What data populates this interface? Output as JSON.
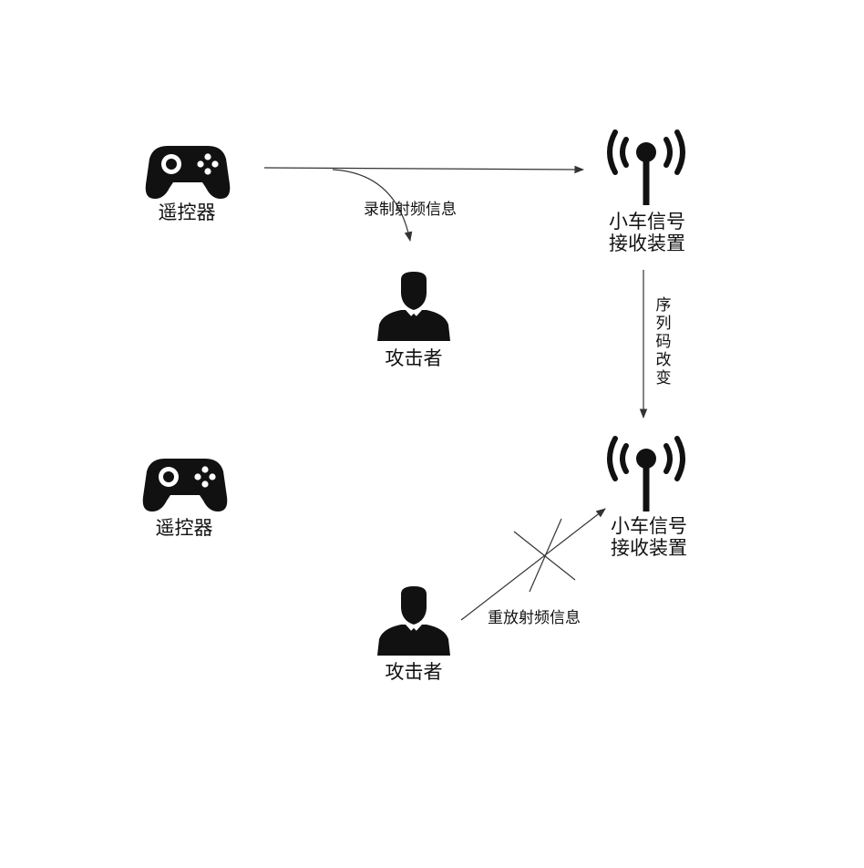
{
  "top_scene": {
    "controller_label": "遥控器",
    "receiver_label_line1": "小车信号",
    "receiver_label_line2": "接收装置",
    "attacker_label": "攻击者",
    "record_label": "录制射频信息",
    "sequence_label": "序列码改变"
  },
  "bottom_scene": {
    "controller_label": "遥控器",
    "receiver_label_line1": "小车信号",
    "receiver_label_line2": "接收装置",
    "attacker_label": "攻击者",
    "replay_label": "重放射频信息"
  },
  "icons": {
    "controller": "gamepad-icon",
    "receiver": "antenna-signal-icon",
    "attacker": "businessman-silhouette-icon",
    "blocked": "cross-mark-icon"
  },
  "colors": {
    "icon": "#111111",
    "line": "#333333"
  }
}
